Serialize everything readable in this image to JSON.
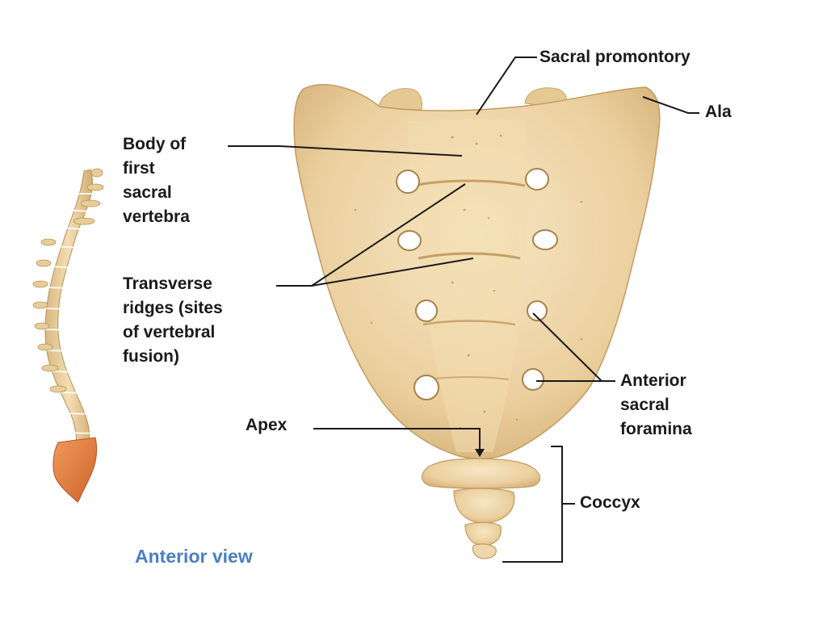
{
  "labels": {
    "sacral_promontory": "Sacral promontory",
    "ala": "Ala",
    "body_of_first_sacral_vertebra": [
      "Body of",
      "first",
      "sacral",
      "vertebra"
    ],
    "transverse_ridges": [
      "Transverse",
      "ridges (sites",
      "of vertebral",
      "fusion)"
    ],
    "anterior_sacral_foramina": [
      "Anterior",
      "sacral",
      "foramina"
    ],
    "apex": "Apex",
    "coccyx": "Coccyx"
  },
  "caption": "Anterior view",
  "colors": {
    "bone": "#ebcf9e",
    "bone_shadow": "#c9a46a",
    "bone_highlight": "#f7e7c4",
    "sacrum_on_spine": "#e07a3a",
    "leader_line": "#1a1a1a",
    "caption": "#4a7fc1",
    "label_text": "#1a1a1a"
  }
}
